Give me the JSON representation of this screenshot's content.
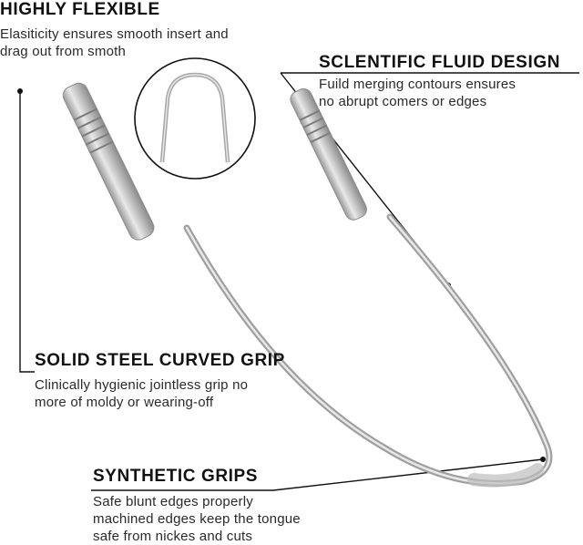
{
  "callouts": {
    "highly_flexible": {
      "title": "HIGHLY FLEXIBLE",
      "lines": [
        "Elasiticity ensures smooth insert and",
        "drag out from smoth"
      ]
    },
    "scientific_fluid": {
      "title": "SCLENTIFIC FLUID DESIGN",
      "lines": [
        "Fuild merging contours ensures",
        "no abrupt comers or edges"
      ]
    },
    "solid_steel": {
      "title": "SOLID STEEL CURVED GRIP",
      "lines": [
        "Clinically hygienic jointless grip no",
        "more of moldy or wearing-off"
      ]
    },
    "synthetic_grips": {
      "title": "SYNTHETIC GRIPS",
      "lines": [
        "Safe blunt edges properly",
        "machined edges keep the tongue",
        "safe from nickes and cuts"
      ]
    }
  }
}
